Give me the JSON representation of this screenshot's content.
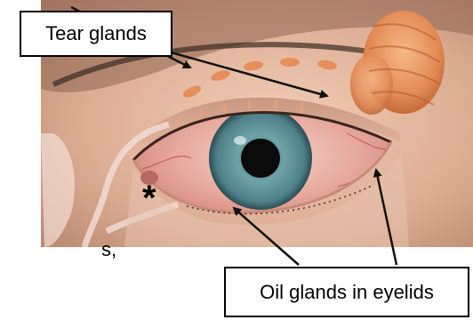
{
  "labels": {
    "tear_glands": "Tear glands",
    "oil_glands": "Oil glands in eyelids",
    "cropped_fragment": "s,"
  },
  "markers": {
    "asterisk": "*"
  },
  "colors": {
    "label_border": "#000000",
    "arrow": "#111111",
    "iris": "#5e8f95",
    "gland": "#e58b55",
    "sclera_tint": "#d98a80"
  }
}
